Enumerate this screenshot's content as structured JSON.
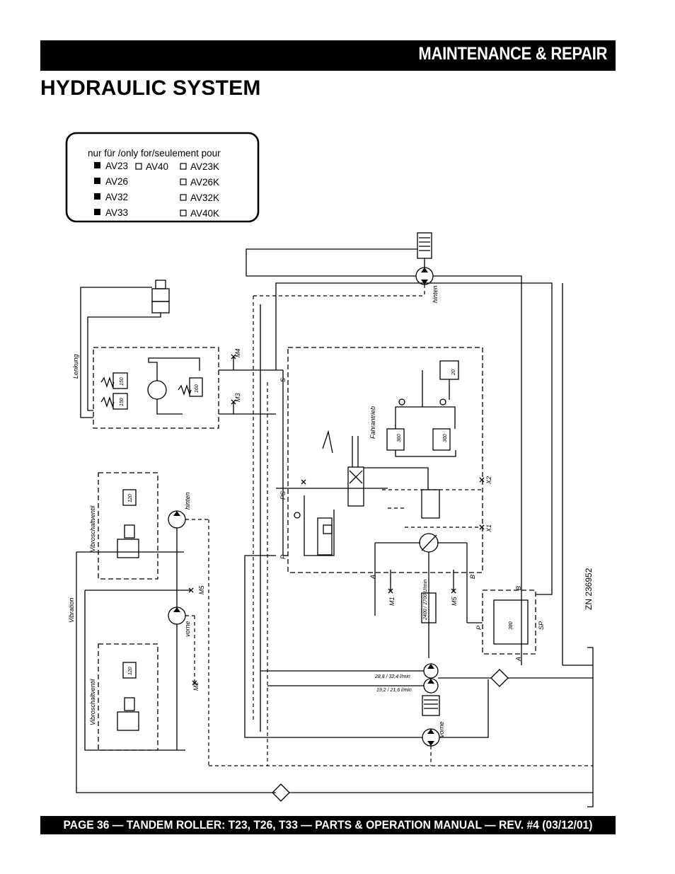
{
  "header": {
    "section": "MAINTENANCE & REPAIR"
  },
  "title": "HYDRAULIC SYSTEM",
  "model_box": {
    "heading": "nur für /only for/seulement pour",
    "col1": [
      {
        "model": "AV23",
        "checked": true
      },
      {
        "model": "AV26",
        "checked": true
      },
      {
        "model": "AV32",
        "checked": true
      },
      {
        "model": "AV33",
        "checked": true
      }
    ],
    "col2": [
      {
        "model": "AV40",
        "checked": false
      }
    ],
    "col3": [
      {
        "model": "AV23K",
        "checked": false
      },
      {
        "model": "AV26K",
        "checked": false
      },
      {
        "model": "AV32K",
        "checked": false
      },
      {
        "model": "AV40K",
        "checked": false
      }
    ]
  },
  "schematic": {
    "drawing_no": "ZN 236952",
    "labels": {
      "lenkung": "Lenkung",
      "vibration": "Vibration",
      "vibroschaltventil_1": "Vibroschaltventil",
      "vibroschaltventil_2": "Vibroschaltventil",
      "fahrantrieb": "Fahrantrieb",
      "hinten_top": "hinten",
      "hinten_vib": "hinten",
      "vorne_vib": "vorne",
      "vorne_bottom": "vorne",
      "m1": "M1",
      "m2": "M2",
      "m3": "M3",
      "m4": "M4",
      "m5": "M5",
      "x1": "X1",
      "x2": "X2",
      "s": "S",
      "ps": "PS",
      "p_main": "P",
      "p_brake": "P",
      "a_main": "A",
      "a_brake": "A",
      "b_main": "B",
      "b_brake": "B",
      "sp": "SP",
      "flow_1": "28,8 / 32,4 l/min",
      "flow_2": "19,2 / 21,6 l/min",
      "pump_spec": "2400 / 2700 U/min",
      "relief_150a": "150",
      "relief_150b": "150",
      "relief_160": "160",
      "relief_20": "20",
      "relief_360a": "360",
      "relief_360b": "360",
      "relief_120a": "120",
      "relief_120b": "120",
      "relief_380": "380"
    }
  },
  "footer": {
    "text": "PAGE 36 — TANDEM ROLLER: T23, T26, T33 — PARTS & OPERATION MANUAL — REV. #4 (03/12/01)"
  }
}
